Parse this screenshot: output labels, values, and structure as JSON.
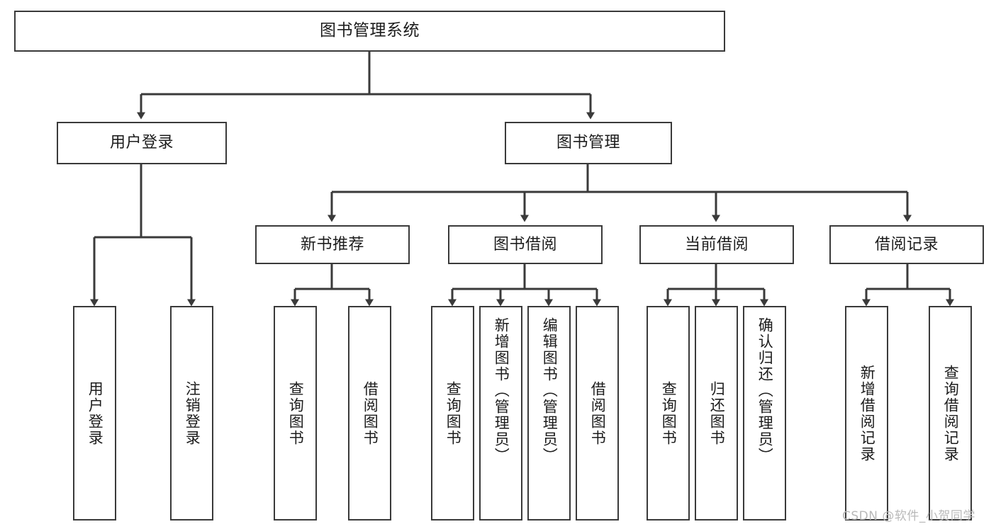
{
  "diagram": {
    "title": "图书管理系统",
    "type": "hierarchy-tree",
    "stroke_color": "#3a3a3a",
    "text_color": "#1c1c1c",
    "background": "#ffffff",
    "watermark": "CSDN @软件_小贺同学"
  },
  "nodes": {
    "root": {
      "label": "图书管理系统"
    },
    "level2": [
      {
        "id": "user-login",
        "label": "用户登录"
      },
      {
        "id": "book-management",
        "label": "图书管理"
      }
    ],
    "level3": [
      {
        "id": "new-book-recommend",
        "label": "新书推荐"
      },
      {
        "id": "book-borrow",
        "label": "图书借阅"
      },
      {
        "id": "current-borrow",
        "label": "当前借阅"
      },
      {
        "id": "borrow-record",
        "label": "借阅记录"
      }
    ],
    "leaves": {
      "user_login": [
        {
          "id": "user-login-leaf",
          "label": "用户登录"
        },
        {
          "id": "logout-leaf",
          "label": "注销登录"
        }
      ],
      "new_book_recommend": [
        {
          "id": "query-book-a",
          "label": "查询图书"
        },
        {
          "id": "borrow-book-a",
          "label": "借阅图书"
        }
      ],
      "book_borrow": [
        {
          "id": "query-book-b",
          "label": "查询图书"
        },
        {
          "id": "add-book",
          "label": "新增图书（管理员）"
        },
        {
          "id": "edit-book",
          "label": "编辑图书（管理员）"
        },
        {
          "id": "borrow-book-b",
          "label": "借阅图书"
        }
      ],
      "current_borrow": [
        {
          "id": "query-book-c",
          "label": "查询图书"
        },
        {
          "id": "return-book",
          "label": "归还图书"
        },
        {
          "id": "confirm-return",
          "label": "确认归还（管理员）"
        }
      ],
      "borrow_record": [
        {
          "id": "add-borrow-record",
          "label": "新增借阅记录"
        },
        {
          "id": "query-borrow-record",
          "label": "查询借阅记录"
        }
      ]
    }
  }
}
